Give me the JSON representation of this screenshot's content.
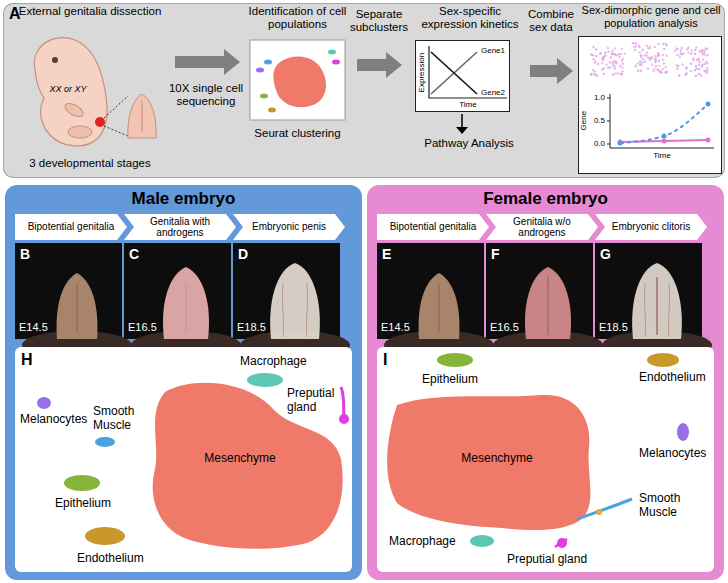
{
  "diagram": {
    "nodes": [
      {
        "text": [
          "A"
        ]
      },
      {
        "text": [
          "Expression",
          "Time",
          "Gene1",
          "Gene2"
        ],
        "in": 0
      },
      {
        "text": [
          "Gene",
          "1.0",
          "0.5",
          "0.0",
          "Time"
        ],
        "in": 0
      },
      {
        "text": [
          "Male embryo"
        ]
      },
      {
        "text": [
          "Bipotential genitalia"
        ],
        "in": 3
      },
      {
        "text": [
          "Genitalia with androgens"
        ],
        "in": 3
      },
      {
        "text": [
          "Embryonic penis"
        ],
        "in": 3
      },
      {
        "text": [
          "B",
          "E14.5"
        ],
        "in": 3
      },
      {
        "text": [
          "C",
          "E16.5"
        ],
        "in": 3
      },
      {
        "text": [
          "D",
          "E18.5"
        ],
        "in": 3
      },
      {
        "text": [
          "H",
          "Macrophage",
          "Preputial gland",
          "Melanocytes",
          "Smooth Muscle",
          "Mesenchyme",
          "Epithelium",
          "Endothelium"
        ],
        "in": 3
      },
      {
        "text": [
          "Female embryo"
        ]
      },
      {
        "text": [
          "Bipotential genitalia"
        ],
        "in": 11
      },
      {
        "text": [
          "Genitalia w/o androgens"
        ],
        "in": 11
      },
      {
        "text": [
          "Embryonic clitoris"
        ],
        "in": 11
      },
      {
        "text": [
          "E",
          "E14.5"
        ],
        "in": 11
      },
      {
        "text": [
          "F",
          "E16.5"
        ],
        "in": 11
      },
      {
        "text": [
          "G",
          "E18.5"
        ],
        "in": 11
      },
      {
        "text": [
          "I",
          "Epithelium",
          "Endothelium",
          "Melanocytes",
          "Mesenchyme",
          "Smooth Muscle",
          "Macrophage",
          "Preputial gland"
        ],
        "in": 11
      }
    ],
    "labels": [
      "External genitalia dissection",
      "XX or XY",
      "3 developmental stages",
      "10X single cell sequencing",
      "Identification of cell populations",
      "Seurat clustering",
      "Separate subclusters",
      "Sex-specific expression kinetics",
      "Pathway Analysis",
      "Combine sex data",
      "Sex-dimorphic gene and cell population analysis"
    ]
  }
}
